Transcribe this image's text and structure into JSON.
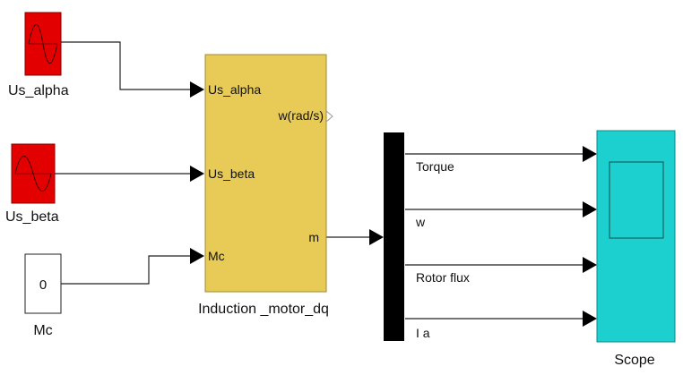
{
  "diagram": {
    "sources": [
      {
        "id": "us-alpha",
        "label": "Us_alpha",
        "type": "sine-wave-source",
        "color": "#e20000"
      },
      {
        "id": "us-beta",
        "label": "Us_beta",
        "type": "sine-wave-source",
        "color": "#e20000"
      }
    ],
    "constant": {
      "label": "Mc",
      "value": "0"
    },
    "motor": {
      "label": "Induction _motor_dq",
      "color": "#e8cb57",
      "inputs": [
        "Us_alpha",
        "Us_beta",
        "Mc"
      ],
      "outputs": [
        "w(rad/s)",
        "m"
      ]
    },
    "demux": {
      "color": "#000000"
    },
    "demux_outputs": [
      "Torque",
      "w",
      "Rotor flux",
      "I a"
    ],
    "scope": {
      "label": "Scope",
      "color": "#1dd0d0"
    }
  }
}
